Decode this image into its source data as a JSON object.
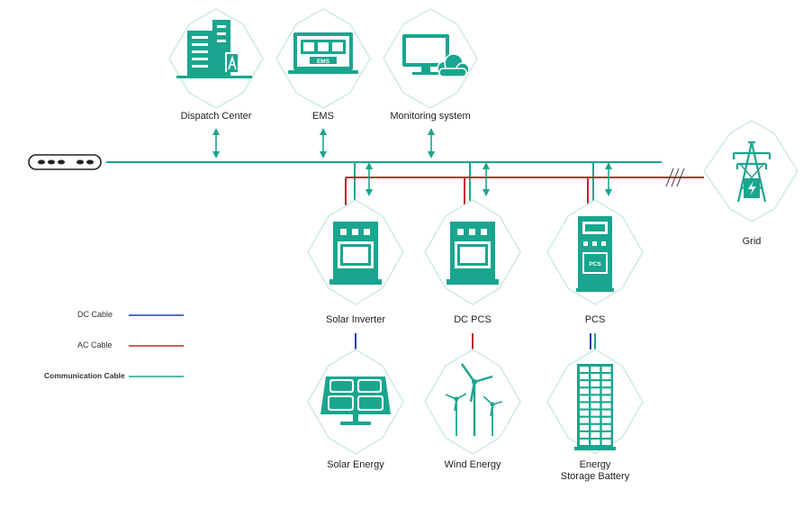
{
  "colors": {
    "teal": "#1aa58e",
    "ac_red": "#c0262d",
    "dc_blue": "#1e3fae",
    "hex_border": "#cfe9e3",
    "text": "#1f1f1f"
  },
  "nodes": {
    "dispatch_center": {
      "label": "Dispatch Center",
      "icon": "building-icon"
    },
    "ems": {
      "label": "EMS",
      "icon_text": "EMS",
      "icon": "monitor-icon"
    },
    "monitoring_system": {
      "label": "Monitoring system",
      "icon": "monitor-cloud-icon"
    },
    "grid": {
      "label": "Grid",
      "icon": "transmission-tower-icon"
    },
    "solar_inverter": {
      "label": "Solar Inverter",
      "icon": "inverter-icon"
    },
    "dc_pcs": {
      "label": "DC PCS",
      "icon": "cabinet-icon"
    },
    "pcs": {
      "label": "PCS",
      "icon_text": "PCS",
      "icon": "pcs-cabinet-icon"
    },
    "solar_energy": {
      "label": "Solar Energy",
      "icon": "solar-panel-icon"
    },
    "wind_energy": {
      "label": "Wind Energy",
      "icon": "wind-turbine-icon"
    },
    "energy_storage_battery": {
      "label_line1": "Energy",
      "label_line2": "Storage Battery",
      "icon": "battery-rack-icon"
    }
  },
  "legend": {
    "dc_cable": "DC Cable",
    "ac_cable": "AC Cable",
    "communication_cable": "Communication Cable"
  }
}
